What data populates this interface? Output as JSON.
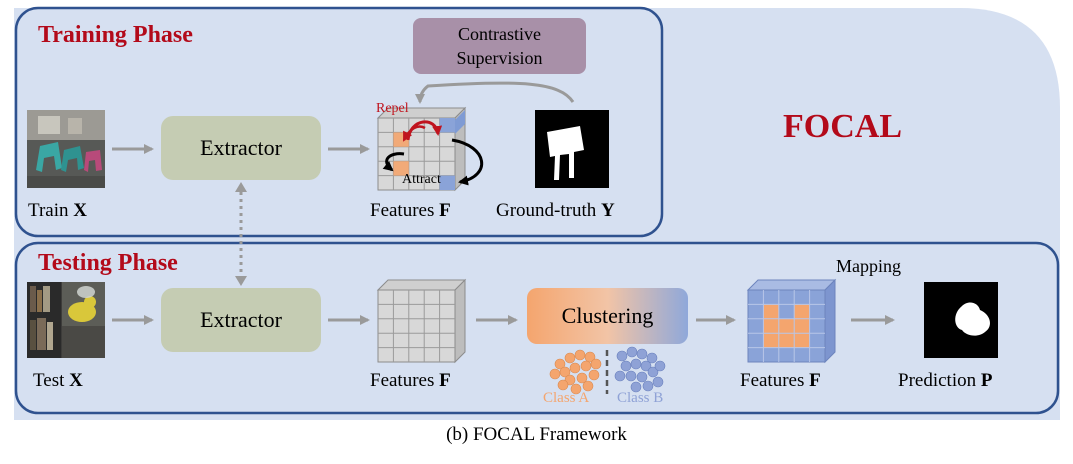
{
  "framework": {
    "name": "FOCAL",
    "caption": "(b) FOCAL Framework"
  },
  "training": {
    "title": "Training Phase",
    "supervision": [
      "Contrastive",
      "Supervision"
    ],
    "extractor": "Extractor",
    "input_label": {
      "text": "Train ",
      "var": "X"
    },
    "features_label": {
      "text": "Features ",
      "var": "F"
    },
    "gt_label": {
      "text": "Ground-truth ",
      "var": "Y"
    },
    "repel": "Repel",
    "attract": "Attract"
  },
  "testing": {
    "title": "Testing Phase",
    "extractor": "Extractor",
    "clustering": "Clustering",
    "class_a": "Class A",
    "class_b": "Class B",
    "mapping": "Mapping",
    "input_label": {
      "text": "Test ",
      "var": "X"
    },
    "features_label": {
      "text": "Features ",
      "var": "F"
    },
    "features2_label": {
      "text": "Features ",
      "var": "F"
    },
    "prediction_label": {
      "text": "Prediction ",
      "var": "P"
    }
  },
  "colors": {
    "background_panel": "#d6e0f1",
    "frame_border": "#2f528f",
    "title_red": "#b30a1a",
    "extractor_fill": "#c5ccb3",
    "supervision_fill": "#a890a8",
    "arrow_gray": "#9a9a9a",
    "orange": "#f4a56e",
    "blue_feature": "#8aa3d8",
    "class_a": "#f4a56e",
    "class_b": "#8fa2d6"
  }
}
